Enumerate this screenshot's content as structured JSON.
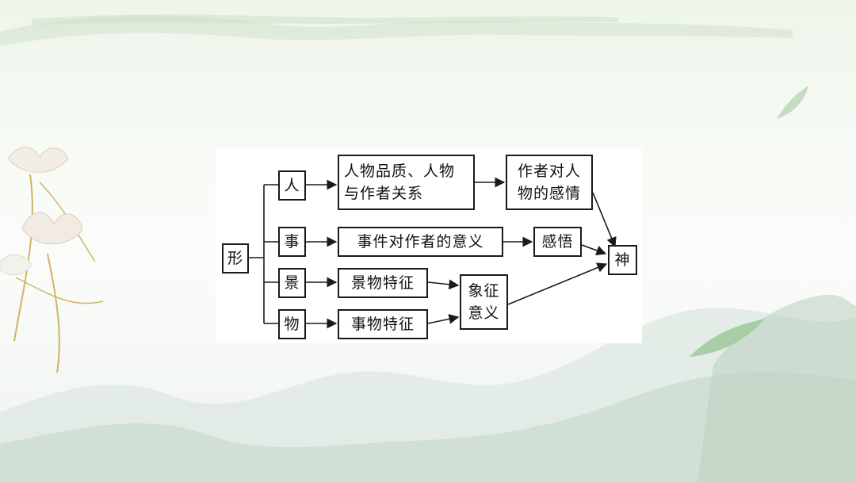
{
  "diagram": {
    "nodes": {
      "xing": "形",
      "ren": "人",
      "shi": "事",
      "jing": "景",
      "wu": "物",
      "ren_quality": "人物品质、人物\n与作者关系",
      "shi_meaning": "事件对作者的意义",
      "jing_feature": "景物特征",
      "wu_feature": "事物特征",
      "author_feeling": "作者对人\n物的感情",
      "ganwu": "感悟",
      "symbol": "象征\n意义",
      "shen": "神"
    },
    "edges": [
      [
        "xing",
        "ren"
      ],
      [
        "xing",
        "shi"
      ],
      [
        "xing",
        "jing"
      ],
      [
        "xing",
        "wu"
      ],
      [
        "ren",
        "ren_quality"
      ],
      [
        "ren_quality",
        "author_feeling"
      ],
      [
        "author_feeling",
        "shen"
      ],
      [
        "shi",
        "shi_meaning"
      ],
      [
        "shi_meaning",
        "ganwu"
      ],
      [
        "ganwu",
        "shen"
      ],
      [
        "jing",
        "jing_feature"
      ],
      [
        "jing_feature",
        "symbol"
      ],
      [
        "wu",
        "wu_feature"
      ],
      [
        "wu_feature",
        "symbol"
      ],
      [
        "symbol",
        "shen"
      ]
    ]
  },
  "colors": {
    "line": "#1a1a1a",
    "leaf_green": "#9dc99a",
    "mountain": "#c9dccf",
    "lotus_stem": "#c9a84a"
  }
}
